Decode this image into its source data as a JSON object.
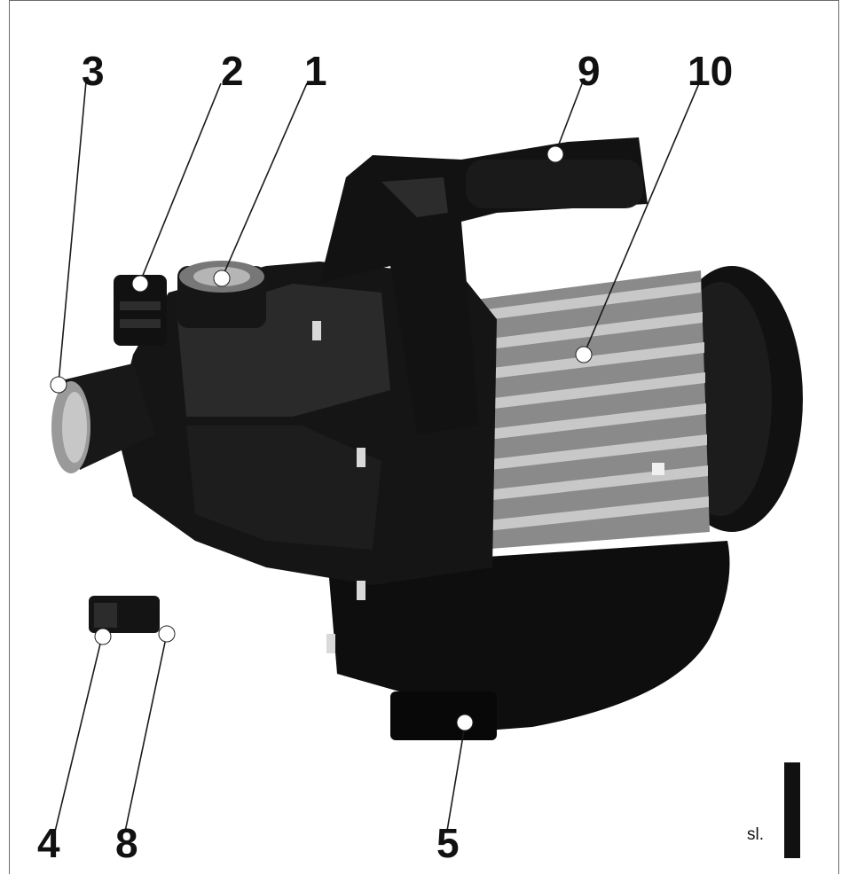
{
  "figure": {
    "caption_prefix": "sl.",
    "caption_number": "1"
  },
  "callouts": [
    {
      "id": "1",
      "label": "1"
    },
    {
      "id": "2",
      "label": "2"
    },
    {
      "id": "3",
      "label": "3"
    },
    {
      "id": "4",
      "label": "4"
    },
    {
      "id": "5",
      "label": "5"
    },
    {
      "id": "8",
      "label": "8"
    },
    {
      "id": "9",
      "label": "9"
    },
    {
      "id": "10",
      "label": "10"
    }
  ]
}
